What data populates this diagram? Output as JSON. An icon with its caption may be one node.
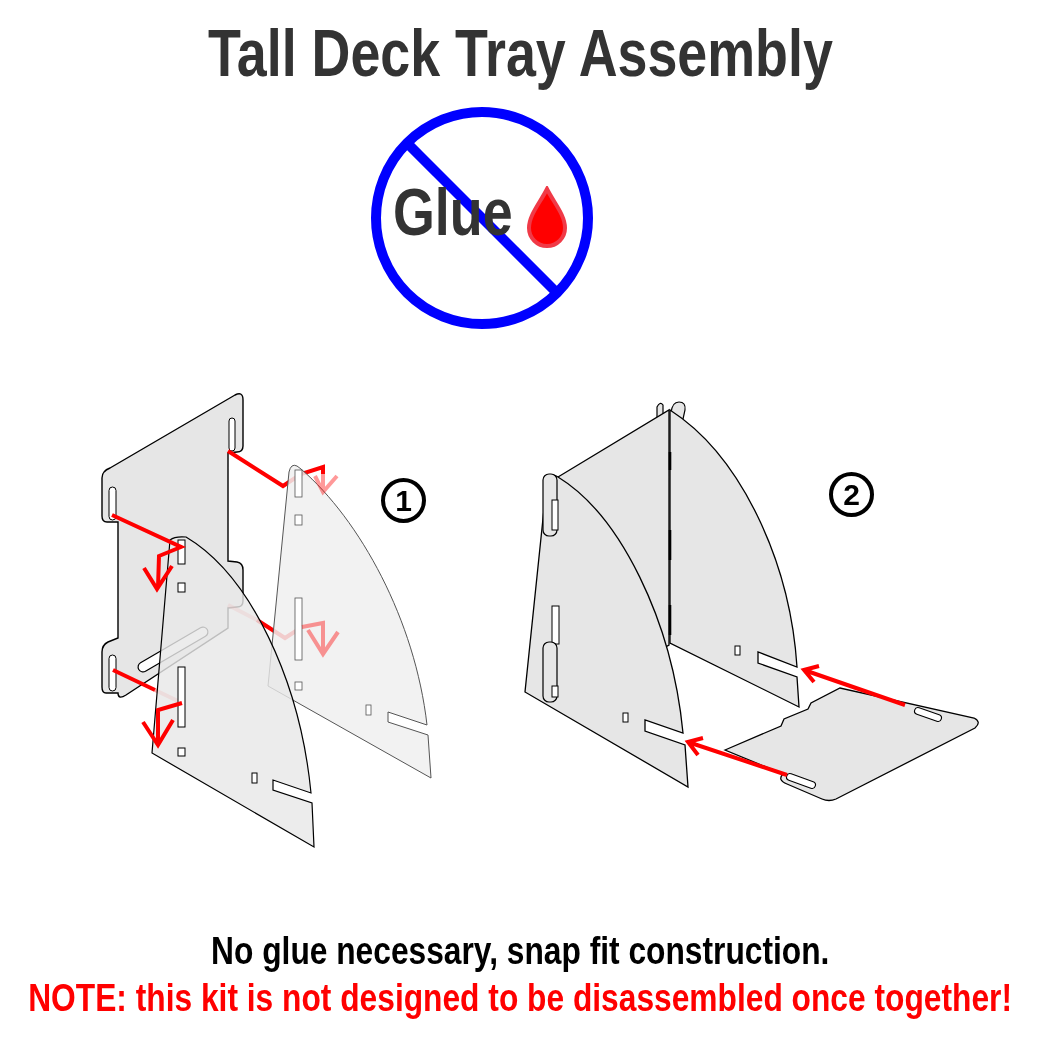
{
  "diagram": {
    "title": "Tall Deck Tray Assembly",
    "nodes": [
      {
        "text": [
          "Glue"
        ]
      },
      {
        "text": [
          "1"
        ]
      },
      {
        "text": [
          "2"
        ]
      }
    ],
    "labels": [
      "No glue necessary, snap fit construction.",
      "NOTE: this kit is not designed to be disassembled once together!"
    ]
  }
}
